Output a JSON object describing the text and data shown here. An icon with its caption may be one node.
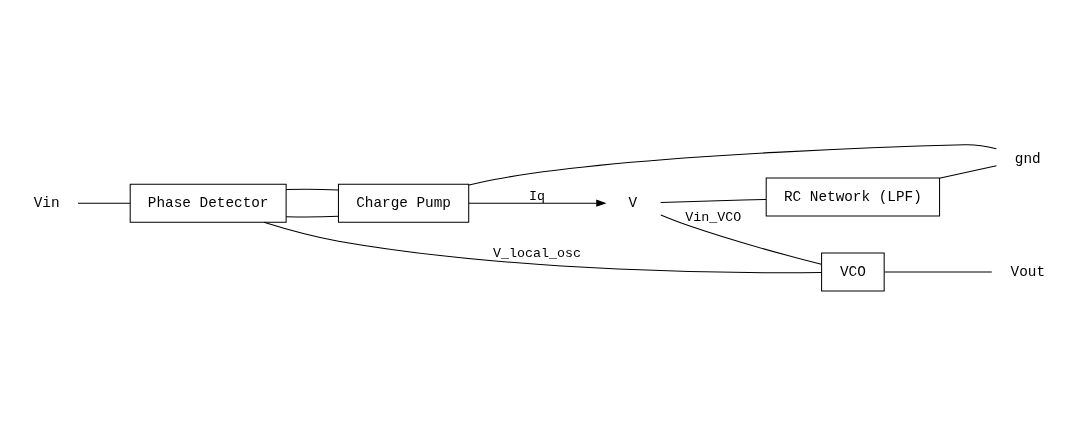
{
  "diagram": {
    "nodes": [
      {
        "text": [
          "Phase Detector"
        ]
      },
      {
        "text": [
          "Charge Pump"
        ]
      },
      {
        "text": [
          "V"
        ]
      },
      {
        "text": [
          "RC Network (LPF)"
        ]
      },
      {
        "text": [
          "VCO"
        ]
      },
      {
        "text": [
          "Vin"
        ]
      },
      {
        "text": [
          "Vout"
        ]
      },
      {
        "text": [
          "gnd"
        ]
      }
    ],
    "edges": [
      {
        "from": 5,
        "to": 0,
        "arrow": "none"
      },
      {
        "from": 0,
        "to": 1,
        "arrow": "none"
      },
      {
        "from": 0,
        "to": 1,
        "arrow": "none"
      },
      {
        "from": 1,
        "to": 2,
        "arrow": "to",
        "label": "Iq"
      },
      {
        "from": 2,
        "to": 4,
        "arrow": "none",
        "label": "Vin_VCO"
      },
      {
        "from": 2,
        "to": 3,
        "arrow": "none"
      },
      {
        "from": 3,
        "to": 7,
        "arrow": "none"
      },
      {
        "from": 1,
        "to": 7,
        "arrow": "none"
      },
      {
        "from": 4,
        "to": 6,
        "arrow": "none"
      },
      {
        "from": 4,
        "to": 0,
        "arrow": "none",
        "label": "V_local_osc"
      }
    ]
  }
}
